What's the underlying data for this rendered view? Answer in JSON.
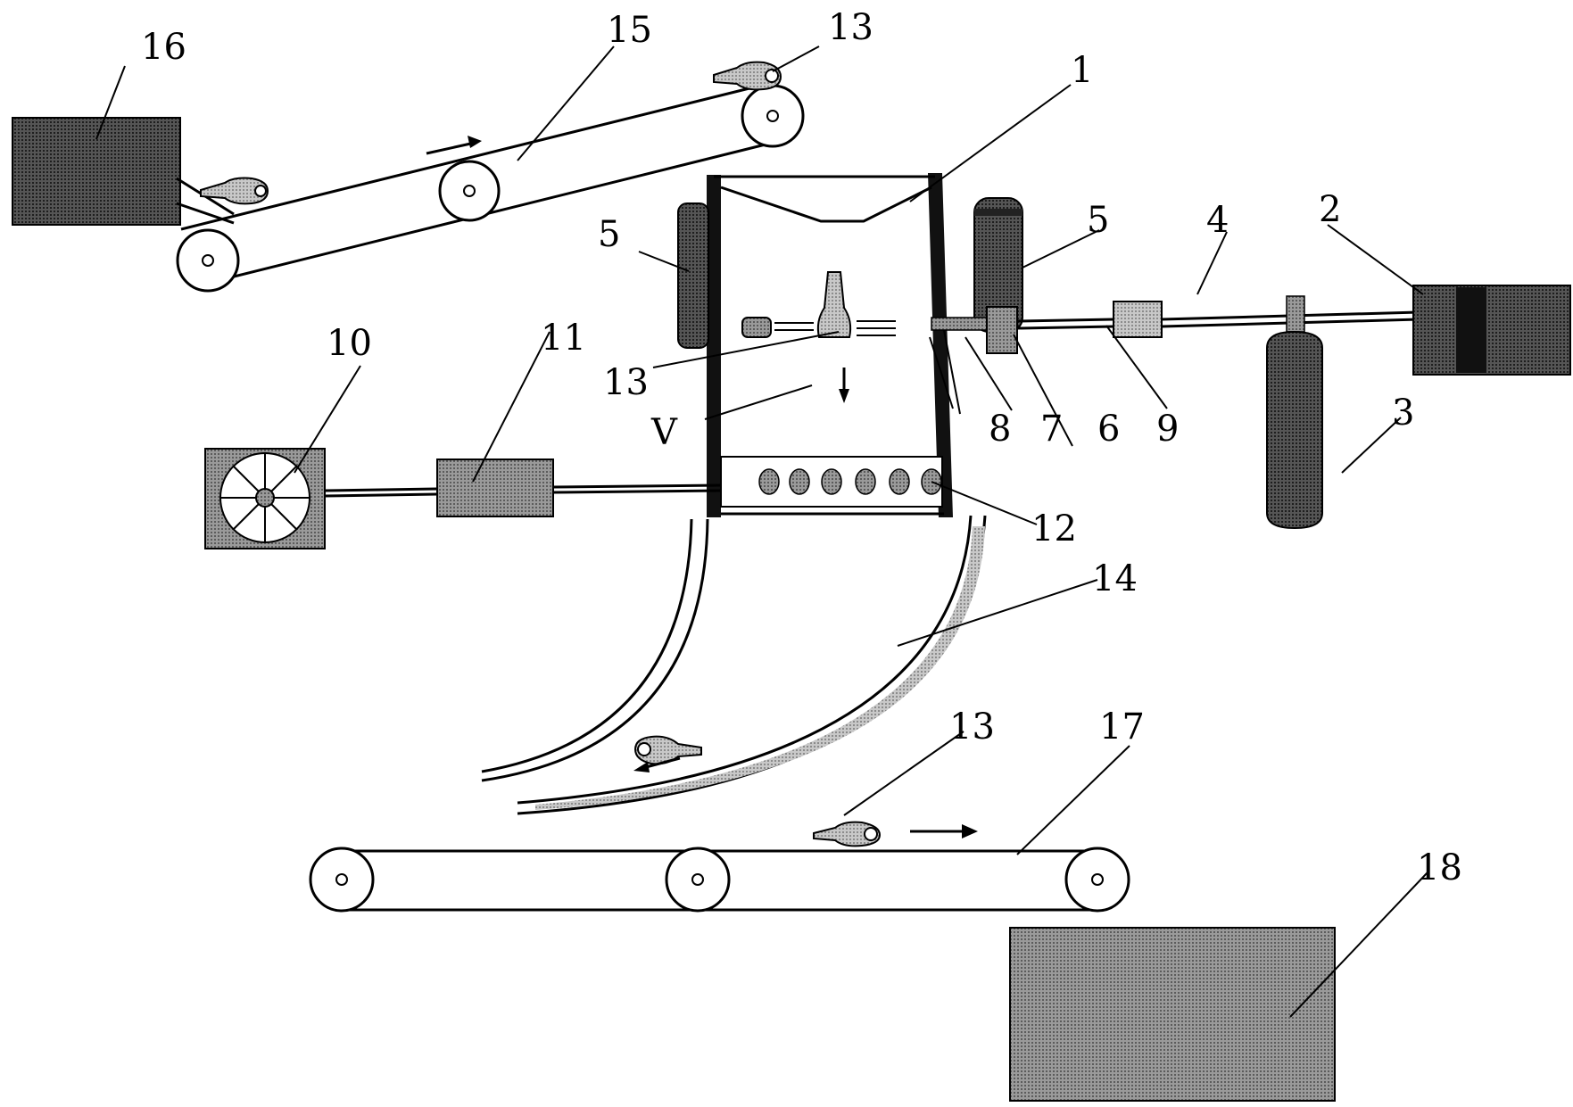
{
  "labels": {
    "l1": "1",
    "l2": "2",
    "l3": "3",
    "l4": "4",
    "l5a": "5",
    "l5b": "5",
    "l6": "6",
    "l7": "7",
    "l8": "8",
    "l9": "9",
    "l10": "10",
    "l11": "11",
    "l12": "12",
    "l13a": "13",
    "l13b": "13",
    "l13c": "13",
    "l14": "14",
    "l15": "15",
    "l16": "16",
    "l17": "17",
    "l18": "18",
    "v": "V"
  },
  "colors": {
    "line": "#000000",
    "dark_fill": "#3a3a3a",
    "mid_fill": "#8a8a8a",
    "light_fill": "#b5b5b5",
    "background": "#ffffff"
  }
}
